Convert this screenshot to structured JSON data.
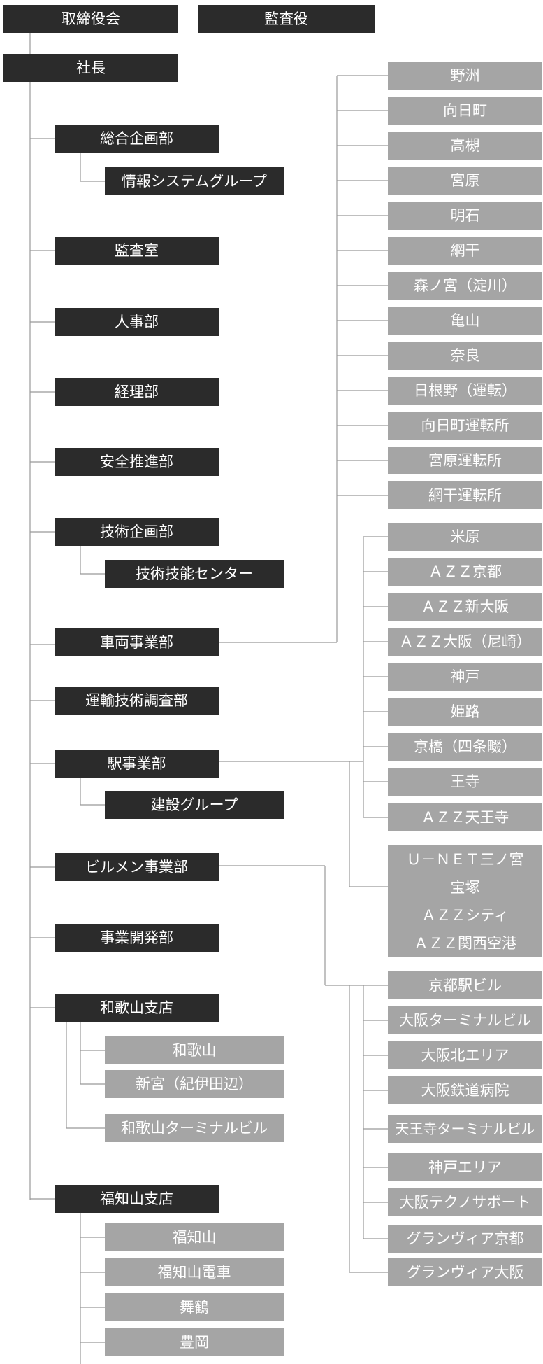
{
  "executives": {
    "board": "取締役会",
    "auditors": "監査役",
    "president": "社長"
  },
  "departments": {
    "planning": "総合企画部",
    "info_systems": "情報システムグループ",
    "audit_office": "監査室",
    "hr": "人事部",
    "accounting": "経理部",
    "safety": "安全推進部",
    "tech_planning": "技術企画部",
    "tech_skills_center": "技術技能センター",
    "vehicle": "車両事業部",
    "transport_research": "運輸技術調査部",
    "station": "駅事業部",
    "construction": "建設グループ",
    "building": "ビルメン事業部",
    "business_dev": "事業開発部",
    "wakayama_branch": "和歌山支店",
    "fukuchiyama_branch": "福知山支店"
  },
  "wakayama_offices": [
    "和歌山",
    "新宮（紀伊田辺）",
    "和歌山ターミナルビル"
  ],
  "fukuchiyama_offices": [
    "福知山",
    "福知山電車",
    "舞鶴",
    "豊岡"
  ],
  "vehicle_offices": [
    "野洲",
    "向日町",
    "高槻",
    "宮原",
    "明石",
    "網干",
    "森ノ宮（淀川）",
    "亀山",
    "奈良",
    "日根野（運転）",
    "向日町運転所",
    "宮原運転所",
    "網干運転所"
  ],
  "station_offices": [
    "米原",
    "ＡＺＺ京都",
    "ＡＺＺ新大阪",
    "ＡＺＺ大阪（尼崎）",
    "神戸",
    "姫路",
    "京橋（四条畷）",
    "王寺",
    "ＡＺＺ天王寺"
  ],
  "station_group": [
    "Ｕ－ＮＥＴ三ノ宮",
    "宝塚",
    "ＡＺＺシティ",
    "ＡＺＺ関西空港"
  ],
  "building_offices": [
    "京都駅ビル",
    "大阪ターミナルビル",
    "大阪北エリア",
    "大阪鉄道病院",
    "天王寺ターミナルビル",
    "神戸エリア",
    "大阪テクノサポート",
    "グランヴィア京都",
    "グランヴィア大阪"
  ],
  "colors": {
    "dark_box": "#2b2b2b",
    "gray_box": "#a5a5a5",
    "connector": "#999999",
    "text": "#ffffff"
  }
}
